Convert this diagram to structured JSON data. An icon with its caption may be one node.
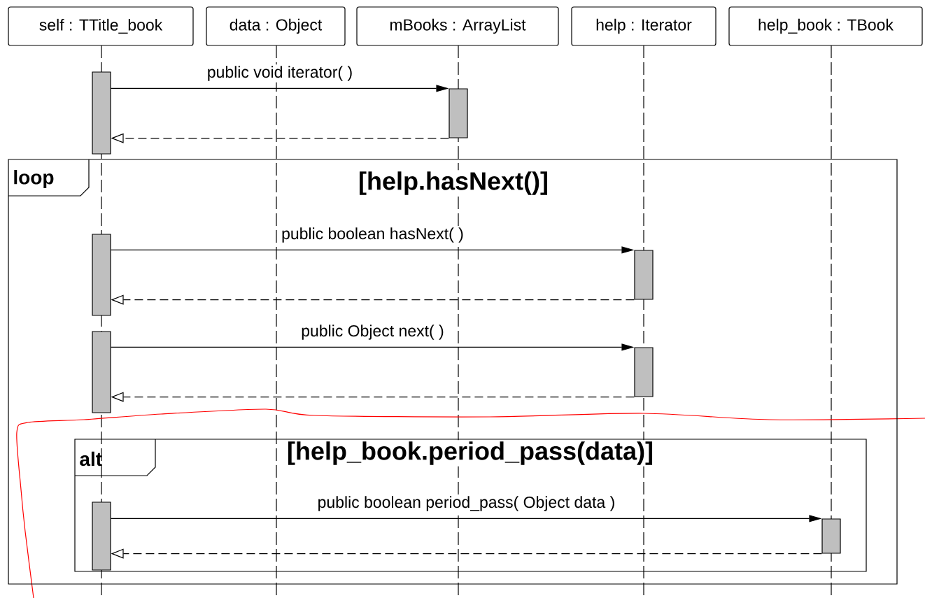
{
  "diagram": {
    "nodes": [
      {
        "text": [
          "self : TTitle_book"
        ]
      },
      {
        "text": [
          "data : Object"
        ]
      },
      {
        "text": [
          "mBooks : ArrayList"
        ]
      },
      {
        "text": [
          "help : Iterator"
        ]
      },
      {
        "text": [
          "help_book : TBook"
        ]
      },
      {
        "text": [],
        "shape": "bar"
      },
      {
        "text": [],
        "shape": "bar"
      },
      {
        "text": [
          "loop",
          "[help.hasNext()]"
        ]
      },
      {
        "text": [],
        "shape": "bar",
        "in": 7
      },
      {
        "text": [],
        "shape": "bar",
        "in": 7
      },
      {
        "text": [],
        "shape": "bar",
        "in": 7
      },
      {
        "text": [],
        "shape": "bar",
        "in": 7
      },
      {
        "text": [
          "alt",
          "[help_book.period_pass(data)]"
        ],
        "in": 7
      },
      {
        "text": [],
        "shape": "bar",
        "in": 12
      },
      {
        "text": [],
        "shape": "bar",
        "in": 12
      }
    ],
    "edges": [
      {
        "from": 5,
        "to": 6,
        "arrow": "to",
        "label": "public void iterator( )"
      },
      {
        "from": 6,
        "to": 5,
        "arrow": "to",
        "style": "dashed"
      },
      {
        "from": 8,
        "to": 9,
        "arrow": "to",
        "label": "public boolean hasNext( )"
      },
      {
        "from": 9,
        "to": 8,
        "arrow": "to",
        "style": "dashed"
      },
      {
        "from": 10,
        "to": 11,
        "arrow": "to",
        "label": "public Object next( )"
      },
      {
        "from": 11,
        "to": 10,
        "arrow": "to",
        "style": "dashed"
      },
      {
        "from": 13,
        "to": 14,
        "arrow": "to",
        "label": "public boolean period_pass( Object data )"
      },
      {
        "from": 14,
        "to": 13,
        "arrow": "to",
        "style": "dashed"
      }
    ]
  }
}
